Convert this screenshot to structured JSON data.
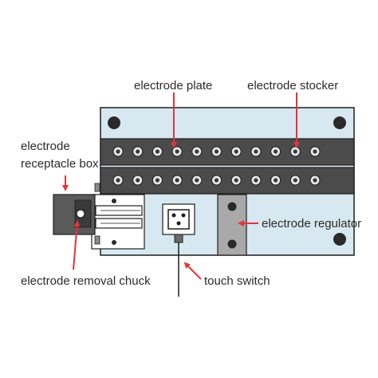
{
  "labels": {
    "electrode_plate": "electrode plate",
    "electrode_stocker": "electrode stocker",
    "receptacle_line1": "electrode",
    "receptacle_line2": "receptacle box",
    "electrode_regulator": "electrode regulator",
    "removal_chuck": "electrode removal chuck",
    "touch_switch": "touch switch"
  },
  "colors": {
    "panel_fill": "#d7e8f0",
    "rail_fill": "#4b4b4b",
    "box_fill": "#5a5a5a",
    "outline": "#1e1e1e",
    "arrow": "#e2353a",
    "text": "#2b2b2b"
  },
  "stocker": {
    "holes_per_row": 11,
    "rows": 2
  }
}
